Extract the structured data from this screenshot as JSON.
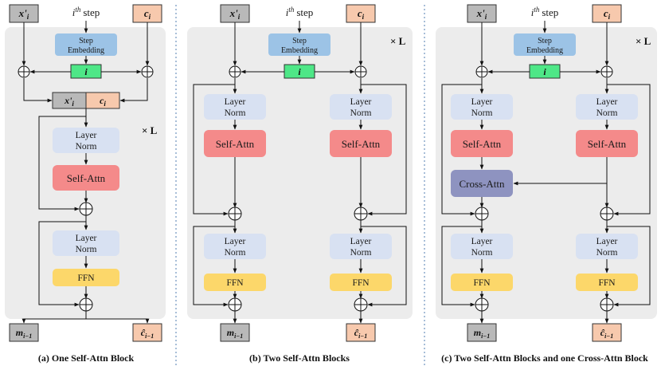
{
  "labels": {
    "x": "x'",
    "x_sub": "i",
    "c": "c",
    "c_sub": "i",
    "step_sup_base": "i",
    "step_sup": "th",
    "step_word": "step",
    "step_emb_1": "Step",
    "step_emb_2": "Embedding",
    "i": "i",
    "layer": "Layer",
    "norm": "Norm",
    "self_attn": "Self-Attn",
    "cross_attn": "Cross-Attn",
    "ffn": "FFN",
    "times_l": "× L",
    "m_out": "m",
    "m_out_sub": "i−1",
    "c_out": "ĉ",
    "c_out_sub": "i−1"
  },
  "captions": {
    "a": "(a) One Self-Attn Block",
    "b": "(b) Two Self-Attn Blocks",
    "c": "(c) Two Self-Attn Blocks and one Cross-Attn Block"
  },
  "colors": {
    "panel": "#ececec",
    "input_gray": "#b9b9b9",
    "input_peach": "#f7c9ad",
    "step_emb": "#9cc3e6",
    "i_box": "#4ee787",
    "norm": "#d8e1f2",
    "self_attn": "#f48a8a",
    "cross_attn": "#8e93c0",
    "ffn": "#fcd76a",
    "divider": "#7a9cc4"
  }
}
